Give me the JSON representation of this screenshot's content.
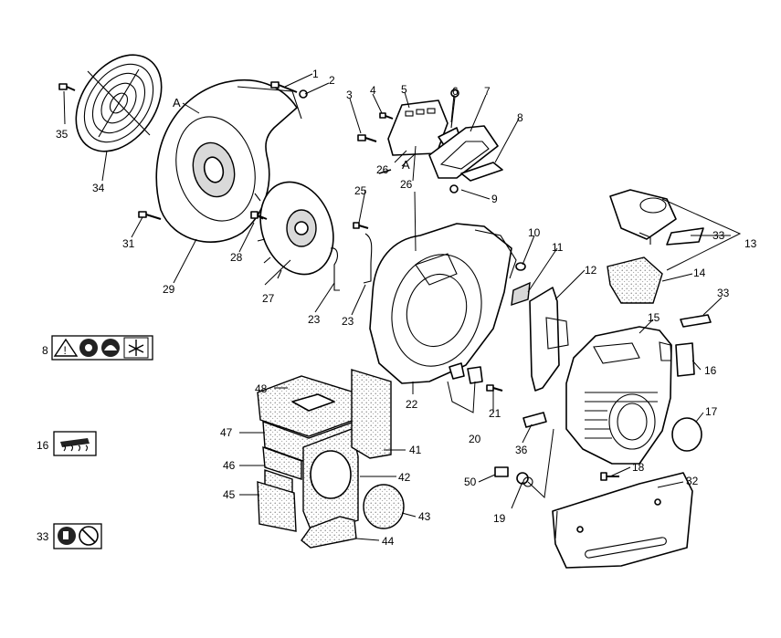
{
  "diagram": {
    "callouts": {
      "n1": "1",
      "n2": "2",
      "n3": "3",
      "n4": "4",
      "n5": "5",
      "n6": "6",
      "n7": "7",
      "n8": "8",
      "n9": "9",
      "n10": "10",
      "n11": "11",
      "n12": "12",
      "n13": "13",
      "n14": "14",
      "n15": "15",
      "n16": "16",
      "n17": "17",
      "n18": "18",
      "n19": "19",
      "n20": "20",
      "n21": "21",
      "n22": "22",
      "n23a": "23",
      "n23b": "23",
      "n25": "25",
      "n26a": "26",
      "n26b": "26",
      "n27": "27",
      "n28": "28",
      "n29": "29",
      "n31": "31",
      "n32": "32",
      "n33a": "33",
      "n33b": "33",
      "n34": "34",
      "n35": "35",
      "n36": "36",
      "n41": "41",
      "n42": "42",
      "n43": "43",
      "n44": "44",
      "n45": "45",
      "n46": "46",
      "n47": "47",
      "n48": "48",
      "n50": "50"
    },
    "letters": {
      "a1": "A",
      "a2": "A"
    },
    "label_items": {
      "sticker8": "8",
      "sticker16": "16",
      "sticker33": "33"
    }
  }
}
